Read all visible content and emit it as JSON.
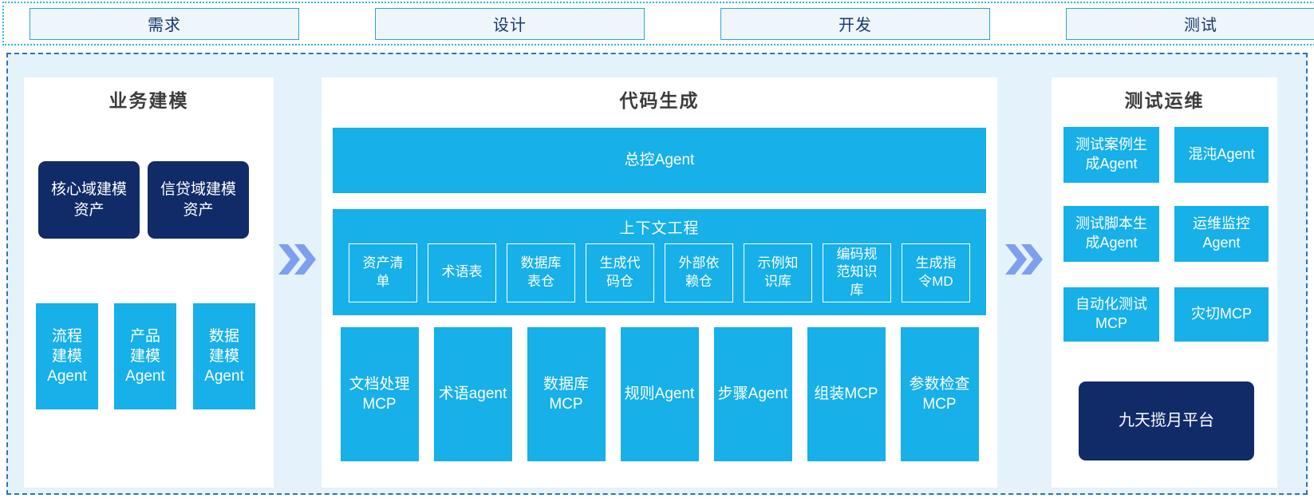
{
  "top_phases": [
    "需求",
    "设计",
    "开发",
    "测试"
  ],
  "left_panel": {
    "title": "业务建模",
    "asset_boxes": [
      "核心域建模\n资产",
      "信贷域建模\n资产"
    ],
    "agent_boxes": [
      "流程\n建模\nAgent",
      "产品\n建模\nAgent",
      "数据\n建模\nAgent"
    ]
  },
  "middle_panel": {
    "title": "代码生成",
    "master_agent": "总控Agent",
    "context_block": {
      "title": "上下文工程",
      "items": [
        "资产清\n单",
        "术语表",
        "数据库\n表仓",
        "生成代\n码仓",
        "外部依\n赖仓",
        "示例知\n识库",
        "编码规\n范知识\n库",
        "生成指\n令MD"
      ]
    },
    "tools": [
      "文档处理\nMCP",
      "术语agent",
      "数据库\nMCP",
      "规则Agent",
      "步骤Agent",
      "组装MCP",
      "参数检查\nMCP"
    ]
  },
  "right_panel": {
    "title": "测试运维",
    "boxes": [
      "测试案例生\n成Agent",
      "混沌Agent",
      "测试脚本生\n成Agent",
      "运维监控\nAgent",
      "自动化测试\nMCP",
      "灾切MCP"
    ],
    "platform": "九天揽月平台"
  },
  "colors": {
    "accent_cyan": "#17b0e9",
    "dark_navy": "#112b69",
    "container_bg": "#e4f2fb",
    "dashed_border": "#2e75b6",
    "dotted_border": "#31b2e2",
    "phase_text": "#16386d",
    "arrow": "#7d9fee"
  }
}
